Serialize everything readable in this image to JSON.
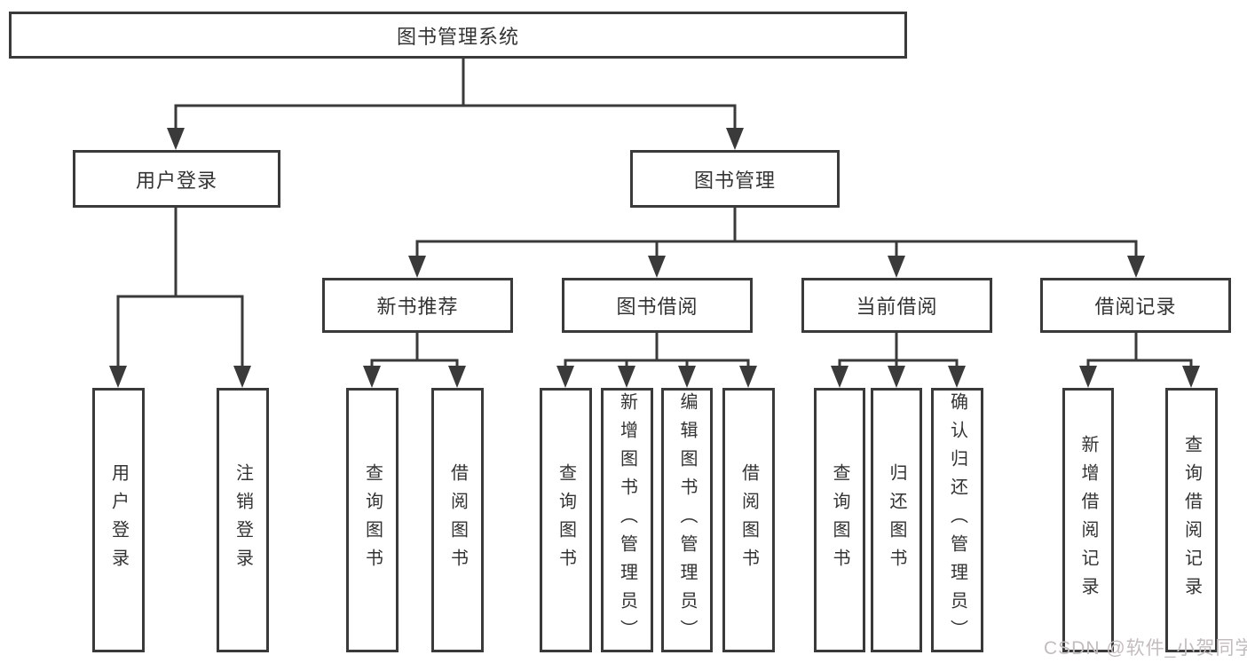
{
  "tree": {
    "root": {
      "label": "图书管理系统"
    },
    "branches": [
      {
        "label": "用户登录",
        "children": [
          {
            "label": "用户登录"
          },
          {
            "label": "注销登录"
          }
        ]
      },
      {
        "label": "图书管理",
        "children": [
          {
            "label": "新书推荐",
            "children": [
              {
                "label": "查询图书"
              },
              {
                "label": "借阅图书"
              }
            ]
          },
          {
            "label": "图书借阅",
            "children": [
              {
                "label": "查询图书"
              },
              {
                "label": "新增图书（管理员）"
              },
              {
                "label": "编辑图书（管理员）"
              },
              {
                "label": "借阅图书"
              }
            ]
          },
          {
            "label": "当前借阅",
            "children": [
              {
                "label": "查询图书"
              },
              {
                "label": "归还图书"
              },
              {
                "label": "确认归还（管理员）"
              }
            ]
          },
          {
            "label": "借阅记录",
            "children": [
              {
                "label": "新增借阅记录"
              },
              {
                "label": "查询借阅记录"
              }
            ]
          }
        ]
      }
    ]
  },
  "watermark": {
    "text": "CSDN @软件_小贺同学"
  },
  "colors": {
    "line": "#3a3a3a",
    "box_border": "#3a3a3a",
    "box_fill": "#ffffff",
    "text": "#333333",
    "background": "#ffffff",
    "watermark": "#c4bcbc"
  }
}
